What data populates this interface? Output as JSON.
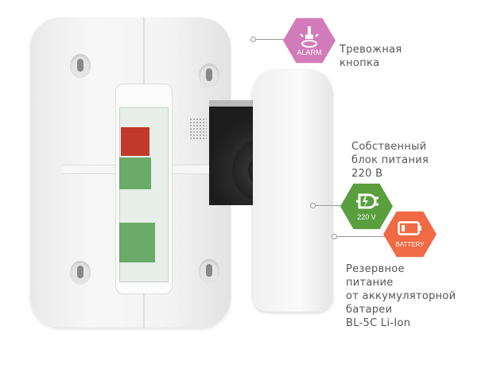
{
  "callouts": {
    "alarm": {
      "badge": "ALARM",
      "icon": "alarm-button-press-icon",
      "color": "#d17cb8",
      "text": [
        "Тревожная",
        "кнопка"
      ]
    },
    "power": {
      "badge": "220 V",
      "icon": "plug-lightning-icon",
      "color": "#5a9e3e",
      "text": [
        "Собственный",
        "блок питания",
        "220 В"
      ]
    },
    "battery": {
      "badge": "BATTERY",
      "icon": "battery-icon",
      "color": "#ef6a45",
      "text": [
        "Резервное",
        "питание",
        "от аккумуляторной",
        "батареи",
        "BL-5C Li-Ion"
      ]
    }
  }
}
